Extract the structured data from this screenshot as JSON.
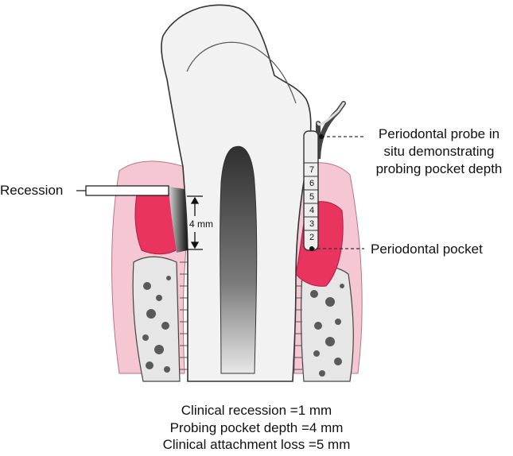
{
  "labels": {
    "recession": "Recession",
    "probe_line1": "Periodontal probe in",
    "probe_line2": "situ demonstrating",
    "probe_line3": "probing pocket depth",
    "pocket": "Periodontal pocket",
    "measure": "4 mm"
  },
  "probe_marks": [
    "7",
    "6",
    "5",
    "4",
    "3",
    "2"
  ],
  "summary": {
    "line1": "Clinical recession =1 mm",
    "line2": "Probing pocket depth =4 mm",
    "line3": "Clinical attachment loss =5 mm"
  },
  "colors": {
    "gum_pink": "#f1b9c6",
    "pocket_red": "#e8345f",
    "bone": "#d9d9d9",
    "enamel": "#eeeeee",
    "pulp_dark": "#3a3a3a"
  }
}
